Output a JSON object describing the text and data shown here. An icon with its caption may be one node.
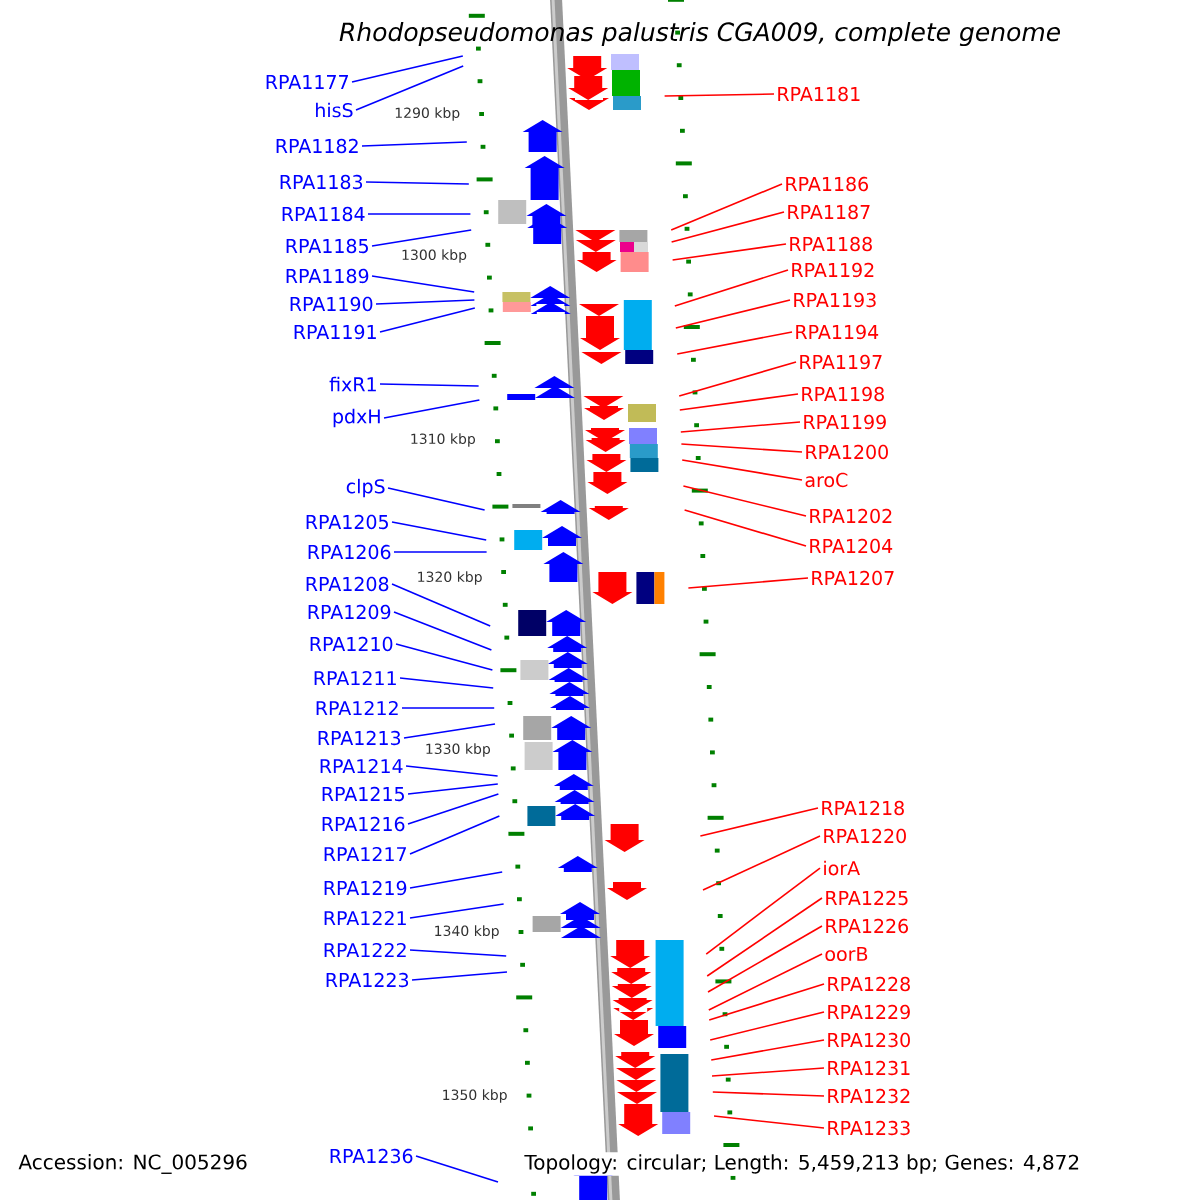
{
  "diagram": {
    "title": "*Rhodopseudomonas palustris* CGA009, complete genome",
    "nodes": [
      {
        "text": [
          "RPA1177"
        ]
      },
      {
        "text": [
          "hisS"
        ]
      },
      {
        "text": [
          "RPA1182"
        ]
      },
      {
        "text": [
          "RPA1183"
        ]
      },
      {
        "text": [
          "RPA1184"
        ]
      },
      {
        "text": [
          "RPA1185"
        ]
      },
      {
        "text": [
          "RPA1189"
        ]
      },
      {
        "text": [
          "RPA1190"
        ]
      },
      {
        "text": [
          "RPA1191"
        ]
      },
      {
        "text": [
          "fixR1"
        ]
      },
      {
        "text": [
          "pdxH"
        ]
      },
      {
        "text": [
          "clpS"
        ]
      },
      {
        "text": [
          "RPA1205"
        ]
      },
      {
        "text": [
          "RPA1206"
        ]
      },
      {
        "text": [
          "RPA1208"
        ]
      },
      {
        "text": [
          "RPA1209"
        ]
      },
      {
        "text": [
          "RPA1210"
        ]
      },
      {
        "text": [
          "RPA1211"
        ]
      },
      {
        "text": [
          "RPA1212"
        ]
      },
      {
        "text": [
          "RPA1213"
        ]
      },
      {
        "text": [
          "RPA1214"
        ]
      },
      {
        "text": [
          "RPA1215"
        ]
      },
      {
        "text": [
          "RPA1216"
        ]
      },
      {
        "text": [
          "RPA1217"
        ]
      },
      {
        "text": [
          "RPA1219"
        ]
      },
      {
        "text": [
          "RPA1221"
        ]
      },
      {
        "text": [
          "RPA1222"
        ]
      },
      {
        "text": [
          "RPA1223"
        ]
      },
      {
        "text": [
          "RPA1236"
        ]
      },
      {
        "text": [
          "RPA1181"
        ]
      },
      {
        "text": [
          "RPA1186"
        ]
      },
      {
        "text": [
          "RPA1187"
        ]
      },
      {
        "text": [
          "RPA1188"
        ]
      },
      {
        "text": [
          "RPA1192"
        ]
      },
      {
        "text": [
          "RPA1193"
        ]
      },
      {
        "text": [
          "RPA1194"
        ]
      },
      {
        "text": [
          "RPA1197"
        ]
      },
      {
        "text": [
          "RPA1198"
        ]
      },
      {
        "text": [
          "RPA1199"
        ]
      },
      {
        "text": [
          "RPA1200"
        ]
      },
      {
        "text": [
          "aroC"
        ]
      },
      {
        "text": [
          "RPA1202"
        ]
      },
      {
        "text": [
          "RPA1204"
        ]
      },
      {
        "text": [
          "RPA1207"
        ]
      },
      {
        "text": [
          "RPA1218"
        ]
      },
      {
        "text": [
          "RPA1220"
        ]
      },
      {
        "text": [
          "iorA"
        ]
      },
      {
        "text": [
          "RPA1225"
        ]
      },
      {
        "text": [
          "RPA1226"
        ]
      },
      {
        "text": [
          "oorB"
        ]
      },
      {
        "text": [
          "RPA1228"
        ]
      },
      {
        "text": [
          "RPA1229"
        ]
      },
      {
        "text": [
          "RPA1230"
        ]
      },
      {
        "text": [
          "RPA1231"
        ]
      },
      {
        "text": [
          "RPA1232"
        ]
      },
      {
        "text": [
          "RPA1233"
        ]
      }
    ],
    "edges": [
      {
        "from": 0,
        "to": null,
        "arrow": "none"
      },
      {
        "from": 1,
        "to": null,
        "arrow": "none"
      },
      {
        "from": 2,
        "to": null,
        "arrow": "none"
      },
      {
        "from": 3,
        "to": null,
        "arrow": "none"
      },
      {
        "from": 4,
        "to": null,
        "arrow": "none"
      },
      {
        "from": 5,
        "to": null,
        "arrow": "none"
      },
      {
        "from": 6,
        "to": null,
        "arrow": "none"
      },
      {
        "from": 7,
        "to": null,
        "arrow": "none"
      },
      {
        "from": 8,
        "to": null,
        "arrow": "none"
      },
      {
        "from": 9,
        "to": null,
        "arrow": "none"
      },
      {
        "from": 10,
        "to": null,
        "arrow": "none"
      },
      {
        "from": 11,
        "to": null,
        "arrow": "none"
      },
      {
        "from": 12,
        "to": null,
        "arrow": "none"
      },
      {
        "from": 13,
        "to": null,
        "arrow": "none"
      },
      {
        "from": 14,
        "to": null,
        "arrow": "none"
      },
      {
        "from": 15,
        "to": null,
        "arrow": "none"
      },
      {
        "from": 16,
        "to": null,
        "arrow": "none"
      },
      {
        "from": 17,
        "to": null,
        "arrow": "none"
      },
      {
        "from": 18,
        "to": null,
        "arrow": "none"
      },
      {
        "from": 19,
        "to": null,
        "arrow": "none"
      },
      {
        "from": 20,
        "to": null,
        "arrow": "none"
      },
      {
        "from": 21,
        "to": null,
        "arrow": "none"
      },
      {
        "from": 22,
        "to": null,
        "arrow": "none"
      },
      {
        "from": 23,
        "to": null,
        "arrow": "none"
      },
      {
        "from": 24,
        "to": null,
        "arrow": "none"
      },
      {
        "from": 25,
        "to": null,
        "arrow": "none"
      },
      {
        "from": 26,
        "to": null,
        "arrow": "none"
      },
      {
        "from": 27,
        "to": null,
        "arrow": "none"
      },
      {
        "from": 28,
        "to": null,
        "arrow": "none"
      },
      {
        "from": 29,
        "to": null,
        "arrow": "none",
        "color": "#ff0000"
      },
      {
        "from": 30,
        "to": null,
        "arrow": "none",
        "color": "#ff0000"
      },
      {
        "from": 31,
        "to": null,
        "arrow": "none",
        "color": "#ff0000"
      },
      {
        "from": 32,
        "to": null,
        "arrow": "none",
        "color": "#ff0000"
      },
      {
        "from": 33,
        "to": null,
        "arrow": "none",
        "color": "#ff0000"
      },
      {
        "from": 34,
        "to": null,
        "arrow": "none",
        "color": "#ff0000"
      },
      {
        "from": 35,
        "to": null,
        "arrow": "none",
        "color": "#ff0000"
      },
      {
        "from": 36,
        "to": null,
        "arrow": "none",
        "color": "#ff0000"
      },
      {
        "from": 37,
        "to": null,
        "arrow": "none",
        "color": "#ff0000"
      },
      {
        "from": 38,
        "to": null,
        "arrow": "none",
        "color": "#ff0000"
      },
      {
        "from": 39,
        "to": null,
        "arrow": "none",
        "color": "#ff0000"
      },
      {
        "from": 40,
        "to": null,
        "arrow": "none",
        "color": "#ff0000"
      },
      {
        "from": 41,
        "to": null,
        "arrow": "none",
        "color": "#ff0000"
      },
      {
        "from": 42,
        "to": null,
        "arrow": "none",
        "color": "#ff0000"
      },
      {
        "from": 43,
        "to": null,
        "arrow": "none",
        "color": "#ff0000"
      },
      {
        "from": 44,
        "to": null,
        "arrow": "none",
        "color": "#ff0000"
      },
      {
        "from": 45,
        "to": null,
        "arrow": "none",
        "color": "#ff0000"
      },
      {
        "from": 46,
        "to": null,
        "arrow": "none",
        "color": "#ff0000"
      },
      {
        "from": 47,
        "to": null,
        "arrow": "none",
        "color": "#ff0000"
      },
      {
        "from": 48,
        "to": null,
        "arrow": "none",
        "color": "#ff0000"
      },
      {
        "from": 49,
        "to": null,
        "arrow": "none",
        "color": "#ff0000"
      },
      {
        "from": 50,
        "to": null,
        "arrow": "none",
        "color": "#ff0000"
      },
      {
        "from": 51,
        "to": null,
        "arrow": "none",
        "color": "#ff0000"
      },
      {
        "from": 52,
        "to": null,
        "arrow": "none",
        "color": "#ff0000"
      },
      {
        "from": 53,
        "to": null,
        "arrow": "none",
        "color": "#ff0000"
      },
      {
        "from": 54,
        "to": null,
        "arrow": "none",
        "color": "#ff0000"
      },
      {
        "from": 55,
        "to": null,
        "arrow": "none",
        "color": "#ff0000"
      }
    ],
    "labels": [
      "1290 kbp",
      "1300 kbp",
      "1310 kbp",
      "1320 kbp",
      "1330 kbp",
      "1340 kbp",
      "1350 kbp",
      "Accession: NC_005296",
      "Topology: circular; Length: 5,459,213 bp; Genes: 4,872"
    ]
  }
}
